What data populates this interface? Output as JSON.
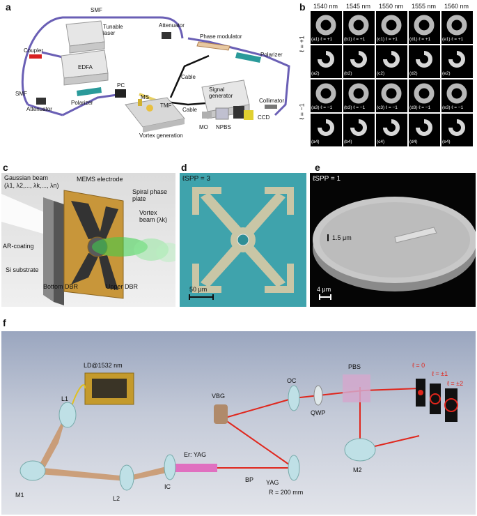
{
  "panels": {
    "a": "a",
    "b": "b",
    "c": "c",
    "d": "d",
    "e": "e",
    "f": "f"
  },
  "a": {
    "labels": {
      "smf_top": "SMF",
      "tunable_laser": "Tunable laser",
      "attenuator_top": "Attenuator",
      "phase_modulator": "Phase modulator",
      "coupler": "Coupler",
      "edfa": "EDFA",
      "polarizer_right": "Polarizer",
      "smf_left": "SMF",
      "attenuator_left": "Attenuator",
      "pc": "PC",
      "ms": "MS",
      "polarizer_left": "Polarizer",
      "cable_top": "Cable",
      "signal_generator": "Signal generator",
      "tmf": "TMF",
      "cable_mid": "Cable",
      "collimator": "Collimator",
      "mo": "MO",
      "npbs": "NPBS",
      "ccd": "CCD",
      "vortex_generation": "Vortex generation"
    }
  },
  "b": {
    "columns": [
      "1540 nm",
      "1545 nm",
      "1550 nm",
      "1555 nm",
      "1560 nm"
    ],
    "row_groups": [
      "ℓ = +1",
      "ℓ = −1"
    ],
    "rows": [
      {
        "kind": "donut",
        "cells": [
          "(a1) ℓ = +1",
          "(b1) ℓ = +1",
          "(c1) ℓ = +1",
          "(d1) ℓ = +1",
          "(e1) ℓ = +1"
        ]
      },
      {
        "kind": "spiral",
        "cells": [
          "(a2)",
          "(b2)",
          "(c2)",
          "(d2)",
          "(e2)"
        ]
      },
      {
        "kind": "donut",
        "cells": [
          "(a3) ℓ = −1",
          "(b3) ℓ = −1",
          "(c3) ℓ = −1",
          "(d3) ℓ = −1",
          "(e3) ℓ = −1"
        ]
      },
      {
        "kind": "spiral",
        "cells": [
          "(a4)",
          "(b4)",
          "(c4)",
          "(d4)",
          "(e4)"
        ]
      }
    ]
  },
  "c": {
    "labels": {
      "gaussian": "Gaussian beam",
      "lambdas": "(λ1, λ2,..., λk,..., λn)",
      "mems": "MEMS electrode",
      "spiral": "Spiral phase plate",
      "vortex": "Vortex beam (λk)",
      "ar": "AR-coating",
      "si": "Si substrate",
      "upper": "Upper DBR",
      "bottom": "Bottom DBR"
    }
  },
  "d": {
    "lspp": "ℓSPP = 3",
    "scale": "50 μm"
  },
  "e": {
    "lspp": "ℓSPP = 1",
    "step": "1.5 μm",
    "scale": "4 μm"
  },
  "f": {
    "labels": {
      "ld": "LD@1532 nm",
      "l1": "L1",
      "m1": "M1",
      "l2": "L2",
      "ic": "IC",
      "eryag": "Er: YAG",
      "vbg": "VBG",
      "oc": "OC",
      "qwp": "QWP",
      "pbs": "PBS",
      "bp": "BP",
      "yag": "YAG",
      "r": "R = 200 mm",
      "m2": "M2",
      "l0": "ℓ = 0",
      "l1m": "ℓ = ±1",
      "l2m": "ℓ = ±2"
    },
    "colors": {
      "beam": "#e0261c",
      "pump": "#c89060"
    }
  }
}
